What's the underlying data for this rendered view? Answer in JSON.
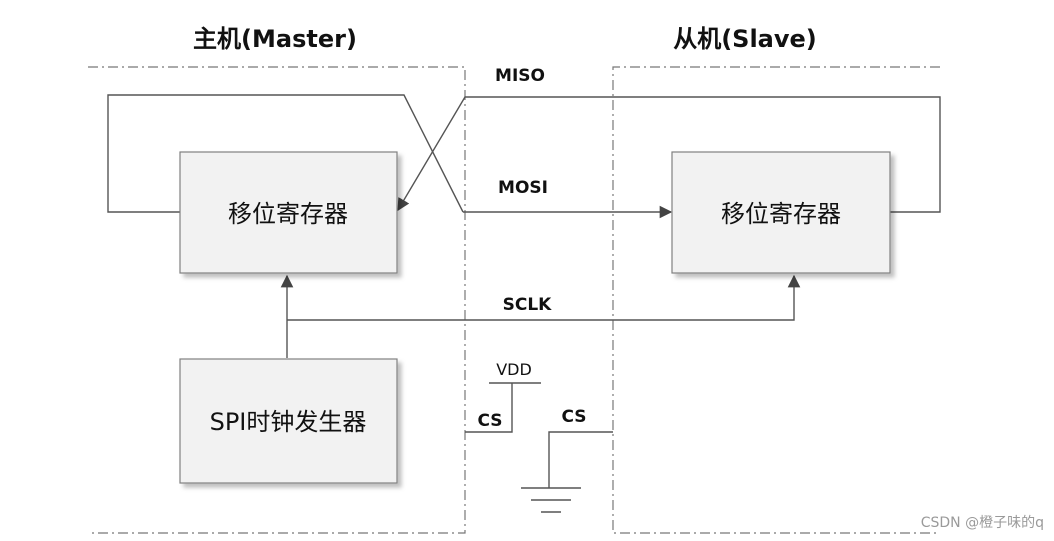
{
  "master": {
    "title": "主机(Master)",
    "register_label": "移位寄存器",
    "clock_label": "SPI时钟发生器"
  },
  "slave": {
    "title": "从机(Slave)",
    "register_label": "移位寄存器"
  },
  "signals": {
    "miso": "MISO",
    "mosi": "MOSI",
    "sclk": "SCLK",
    "vdd": "VDD",
    "cs_master": "CS",
    "cs_slave": "CS"
  },
  "watermark": "CSDN @橙子味的q",
  "colors": {
    "box_fill": "#f2f2f2",
    "box_border": "#808080",
    "wire": "#555555",
    "watermark": "#9a9a9a"
  }
}
